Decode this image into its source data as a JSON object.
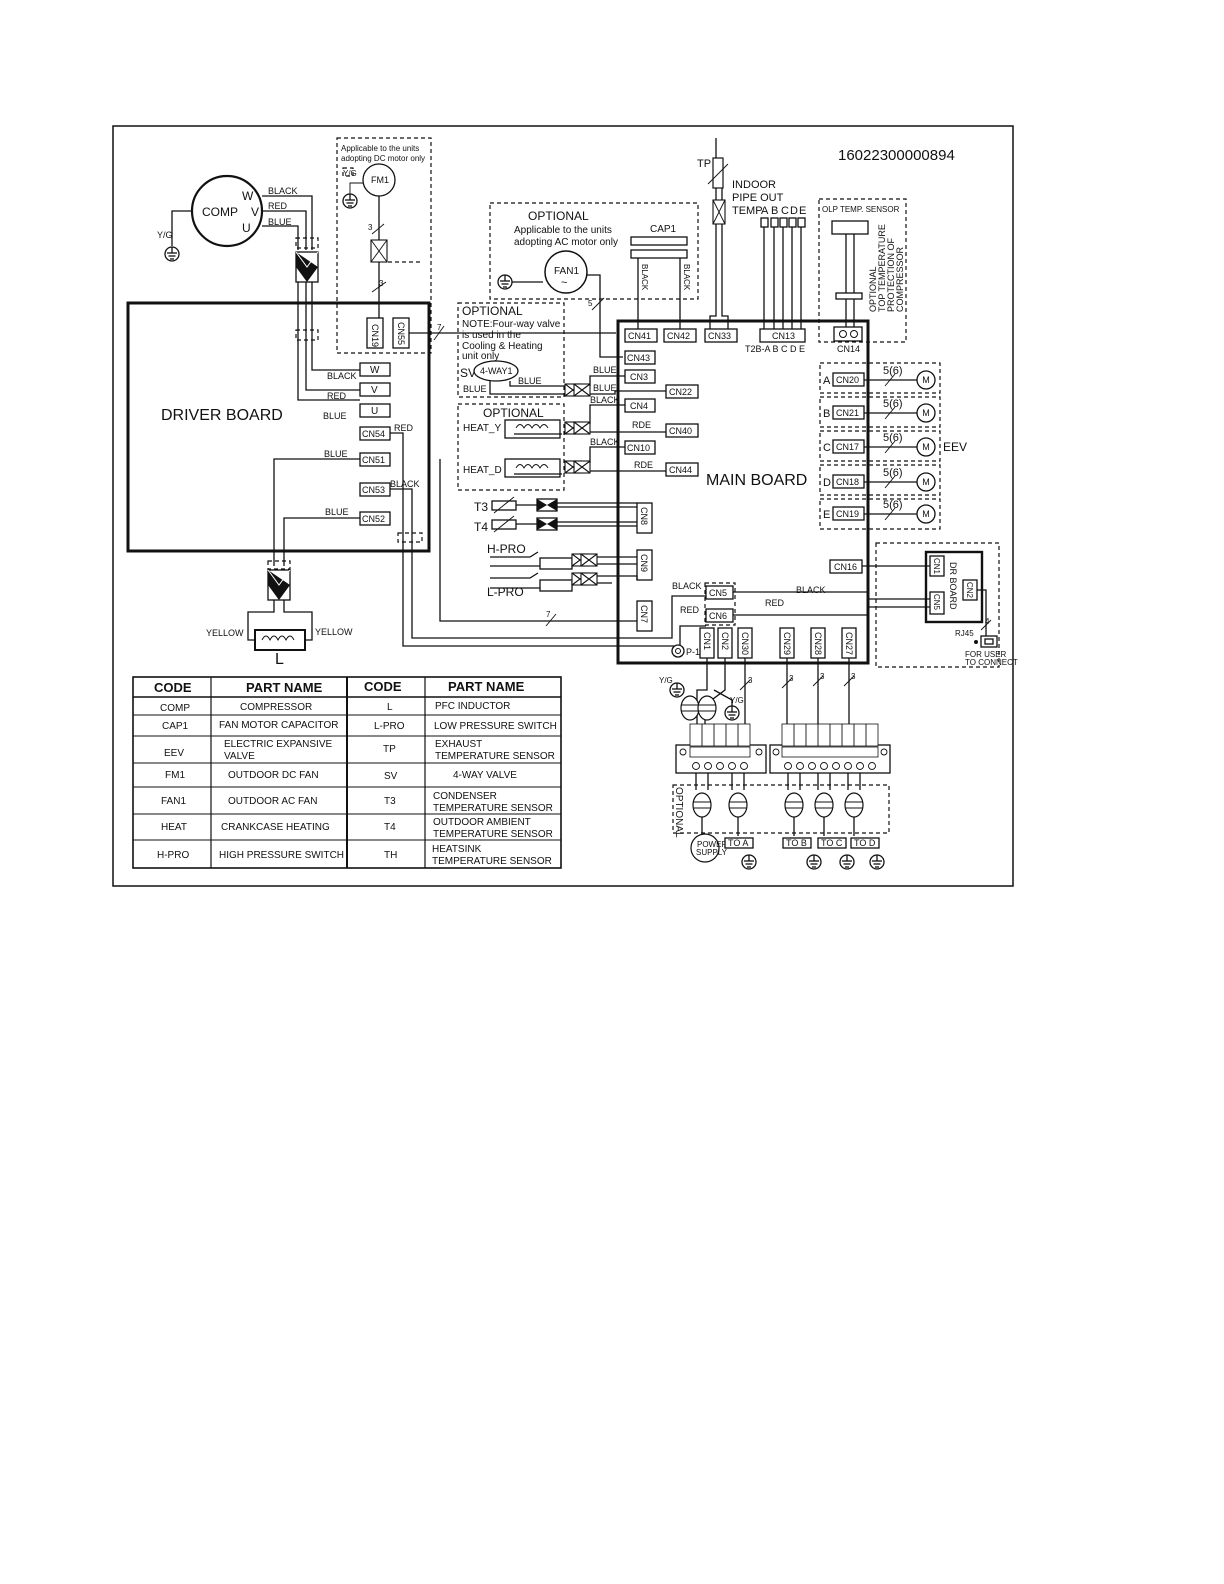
{
  "part_number": "16022300000894",
  "compressor": {
    "label": "COMP",
    "terminals": [
      "W",
      "V",
      "U"
    ],
    "ground": "Y/G"
  },
  "wire_colors": {
    "black": "BLACK",
    "red": "RED",
    "blue": "BLUE",
    "yellow": "YELLOW",
    "rde": "RDE"
  },
  "fm1_note": [
    "Applicable to the units",
    "adopting DC  motor only"
  ],
  "fm1": {
    "label": "FM1",
    "yg": "Y/G",
    "count": "3"
  },
  "fan1_block": {
    "title": "OPTIONAL",
    "note": [
      "Applicable to the units",
      "adopting AC  motor only"
    ],
    "fan": "FAN1",
    "tilde": "~",
    "cap": "CAP1",
    "count": "5"
  },
  "sv_block": {
    "title": "OPTIONAL",
    "note": [
      "NOTE:Four-way valve",
      " is used in the",
      "Cooling  & Heating",
      "unit only"
    ],
    "sv": "SV",
    "valve": "4-WAY1"
  },
  "heat_block": {
    "title": "OPTIONAL",
    "heat_y": "HEAT_Y",
    "heat_d": "HEAT_D"
  },
  "sensors": {
    "t3": "T3",
    "t4": "T4",
    "hpro": "H-PRO",
    "lpro": "L-PRO",
    "tp": "TP"
  },
  "indoor_pipe": {
    "lines": [
      "INDOOR",
      "PIPE OUT",
      "TEMP"
    ],
    "letters": [
      "A",
      "B",
      "C",
      "D",
      "E"
    ],
    "t2b": "T2B-A  B  C  D E"
  },
  "olp": {
    "title": "OLP TEMP. SENSOR",
    "vertical": [
      "OPTIONAL",
      "TOP TEMPERATURE",
      "PROTECTION OF",
      "COMPRESSOR"
    ]
  },
  "driver_board": {
    "label": "DRIVER BOARD",
    "terms": [
      "W",
      "V",
      "U"
    ],
    "connectors": [
      "CN54",
      "CN51",
      "CN53",
      "CN52",
      "CN19",
      "CN55"
    ],
    "count": "7"
  },
  "main_board": {
    "label": "MAIN  BOARD",
    "top": [
      "CN41",
      "CN42",
      "CN33",
      "CN13",
      "CN14"
    ],
    "left": [
      "CN43",
      "CN3",
      "CN22",
      "CN4",
      "CN40",
      "CN10",
      "CN44"
    ],
    "left_vertical": [
      "CN8",
      "CN9",
      "CN7"
    ],
    "bottom": [
      "CN1",
      "CN2",
      "CN30",
      "CN29",
      "CN28",
      "CN27"
    ],
    "right": [
      "CN20",
      "CN21",
      "CN17",
      "CN18",
      "CN19",
      "CN16"
    ],
    "mid": [
      "CN5",
      "CN6"
    ],
    "p1": "P-1"
  },
  "eev": {
    "label": "EEV",
    "letters": [
      "A",
      "B",
      "C",
      "D",
      "E"
    ],
    "count": "5(6)",
    "motor": "M"
  },
  "dr_board": {
    "label": "DR BOARD",
    "connectors": [
      "CN1",
      "CN2",
      "CN5"
    ],
    "rj45": "RJ45",
    "count": "4",
    "for_user": [
      "FOR  USER",
      "TO CONNECT"
    ]
  },
  "inductor": {
    "label": "L"
  },
  "terminal": {
    "optional": "OPTIONAL",
    "power_supply": [
      "POWER",
      "SUPPLY"
    ],
    "to": [
      "TO  A",
      "TO  B",
      "TO  C",
      "TO  D"
    ],
    "yg": "Y/G",
    "count": "3"
  },
  "table": {
    "headers": [
      "CODE",
      "PART NAME",
      "CODE",
      "PART NAME"
    ],
    "rows": [
      {
        "c1": "COMP",
        "n1": [
          "COMPRESSOR"
        ],
        "c2": "L",
        "n2": [
          "PFC INDUCTOR"
        ]
      },
      {
        "c1": "CAP1",
        "n1": [
          "FAN MOTOR CAPACITOR"
        ],
        "c2": "L-PRO",
        "n2": [
          "LOW PRESSURE SWITCH"
        ]
      },
      {
        "c1": "EEV",
        "n1": [
          "ELECTRIC EXPANSIVE",
          "VALVE"
        ],
        "c2": "TP",
        "n2": [
          "EXHAUST",
          "TEMPERATURE SENSOR"
        ]
      },
      {
        "c1": "FM1",
        "n1": [
          "OUTDOOR DC  FAN"
        ],
        "c2": "SV",
        "n2": [
          "4-WAY VALVE"
        ]
      },
      {
        "c1": "FAN1",
        "n1": [
          "OUTDOOR AC FAN"
        ],
        "c2": "T3",
        "n2": [
          "CONDENSER",
          "TEMPERATURE SENSOR"
        ]
      },
      {
        "c1": "HEAT",
        "n1": [
          "CRANKCASE HEATING"
        ],
        "c2": "T4",
        "n2": [
          "OUTDOOR AMBIENT",
          "TEMPERATURE SENSOR"
        ]
      },
      {
        "c1": "H-PRO",
        "n1": [
          "HIGH PRESSURE SWITCH"
        ],
        "c2": "TH",
        "n2": [
          "HEATSINK",
          "TEMPERATURE SENSOR"
        ]
      }
    ]
  }
}
